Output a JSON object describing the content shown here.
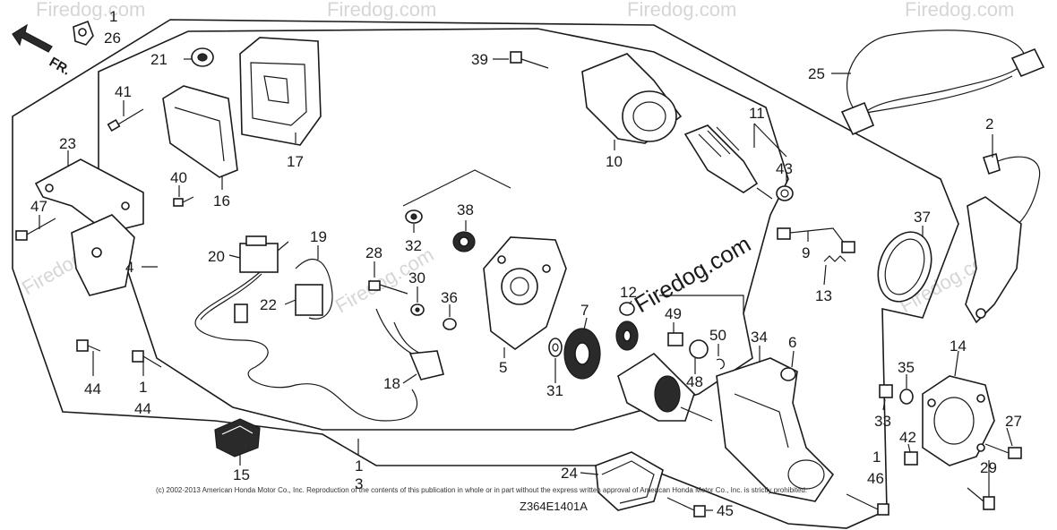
{
  "direction_label": "FR.",
  "watermark": "Firedog.com",
  "footer": {
    "copyright": "(c) 2002-2013 American Honda Motor Co., Inc. Reproduction of the contents of this publication in whole or in part without the express written approval of American Honda Motor Co., Inc. is strictly prohibited.",
    "diagram_code": "Z364E1401A"
  },
  "callouts": {
    "c1a": "1",
    "c26": "26",
    "c21": "21",
    "c41": "41",
    "c17": "17",
    "c16": "16",
    "c23": "23",
    "c40": "40",
    "c47": "47",
    "c4": "4",
    "c20": "20",
    "c19": "19",
    "c22": "22",
    "c44a": "44",
    "c1b": "1",
    "c44b": "44",
    "c15": "15",
    "c18": "18",
    "c1c": "1",
    "c3": "3",
    "c28": "28",
    "c30": "30",
    "c36": "36",
    "c32": "32",
    "c38": "38",
    "c5": "5",
    "c39": "39",
    "c10": "10",
    "c11": "11",
    "c43": "43",
    "c25": "25",
    "c2": "2",
    "c37": "37",
    "c9": "9",
    "c13": "13",
    "c12": "12",
    "c7": "7",
    "c49": "49",
    "c50": "50",
    "c31": "31",
    "c48": "48",
    "c34": "34",
    "c6": "6",
    "c14": "14",
    "c35": "35",
    "c33": "33",
    "c27": "27",
    "c42": "42",
    "c1d": "1",
    "c46": "46",
    "c29": "29",
    "c24": "24",
    "c45": "45"
  }
}
